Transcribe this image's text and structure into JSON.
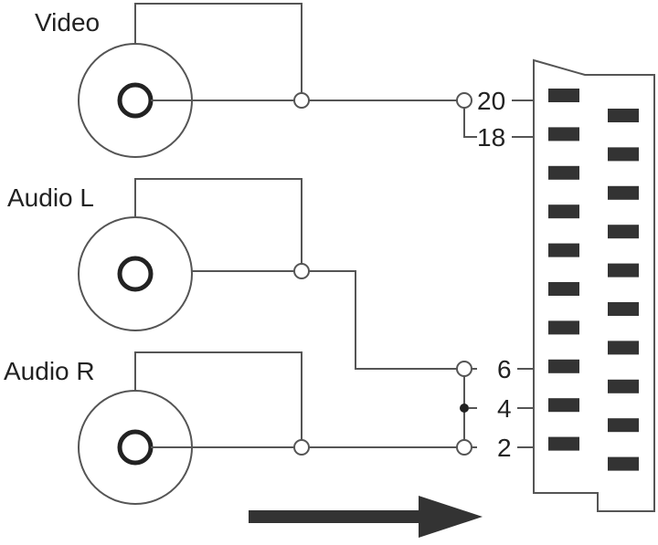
{
  "colors": {
    "line": "#555555",
    "pad": "#333333",
    "text": "#222222",
    "arrow": "#333333",
    "background": "#ffffff"
  },
  "connectors": [
    {
      "label": "Video"
    },
    {
      "label": "Audio L"
    },
    {
      "label": "Audio R"
    }
  ],
  "pins": [
    {
      "number": "20",
      "connects": "Video"
    },
    {
      "number": "18",
      "connects": "Video ground"
    },
    {
      "number": "6",
      "connects": "Audio L"
    },
    {
      "number": "4",
      "connects": "Audio ground"
    },
    {
      "number": "2",
      "connects": "Audio R"
    }
  ],
  "scart_connector": {
    "left_column_pads": 10,
    "right_column_pads": 10
  },
  "signal_direction": "right"
}
